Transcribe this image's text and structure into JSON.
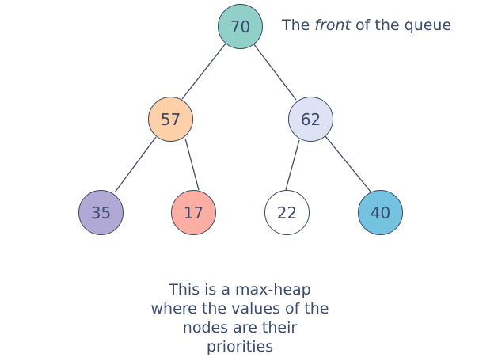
{
  "nodes": {
    "root": {
      "value": "70",
      "color": "#90d0c8"
    },
    "left": {
      "value": "57",
      "color": "#fdd0aa"
    },
    "right": {
      "value": "62",
      "color": "#dde3f4"
    },
    "left_left": {
      "value": "35",
      "color": "#b2a8d6"
    },
    "left_right": {
      "value": "17",
      "color": "#fdaea3"
    },
    "right_left": {
      "value": "22",
      "color": "#ffffff"
    },
    "right_right": {
      "value": "40",
      "color": "#73c2df"
    }
  },
  "annotation": {
    "prefix": "The ",
    "emphasis": "front",
    "suffix": " of the queue"
  },
  "caption": {
    "lines": [
      "This is a max-heap",
      "where the values of the",
      "nodes are their",
      "priorities"
    ]
  },
  "colors": {
    "edge": "#3b4a5e",
    "text": "#3b4a6e"
  }
}
